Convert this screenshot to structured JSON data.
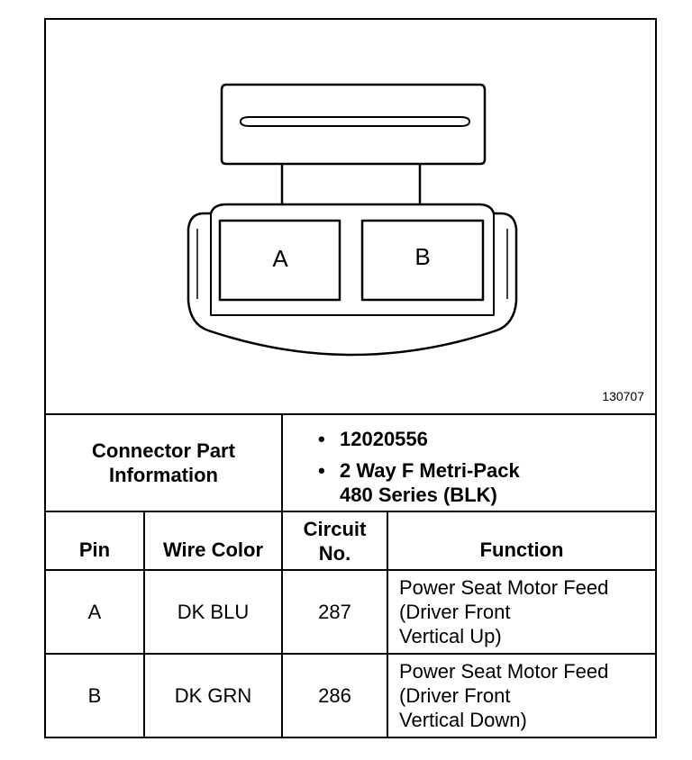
{
  "figure_id": "130707",
  "connector": {
    "cavity_labels": [
      "A",
      "B"
    ]
  },
  "part_info": {
    "label_line1": "Connector Part",
    "label_line2": "Information",
    "part_number": "12020556",
    "desc_line1": "2 Way F Metri-Pack",
    "desc_line2": "480 Series (BLK)"
  },
  "table": {
    "headers": {
      "pin": "Pin",
      "wire_color": "Wire Color",
      "circuit_line1": "Circuit",
      "circuit_line2": "No.",
      "function": "Function"
    },
    "rows": [
      {
        "pin": "A",
        "wire_color": "DK BLU",
        "circuit": "287",
        "function_lines": [
          "Power Seat Motor Feed",
          "(Driver Front",
          "Vertical Up)"
        ]
      },
      {
        "pin": "B",
        "wire_color": "DK GRN",
        "circuit": "286",
        "function_lines": [
          "Power Seat Motor Feed",
          "(Driver Front",
          "Vertical Down)"
        ]
      }
    ]
  }
}
